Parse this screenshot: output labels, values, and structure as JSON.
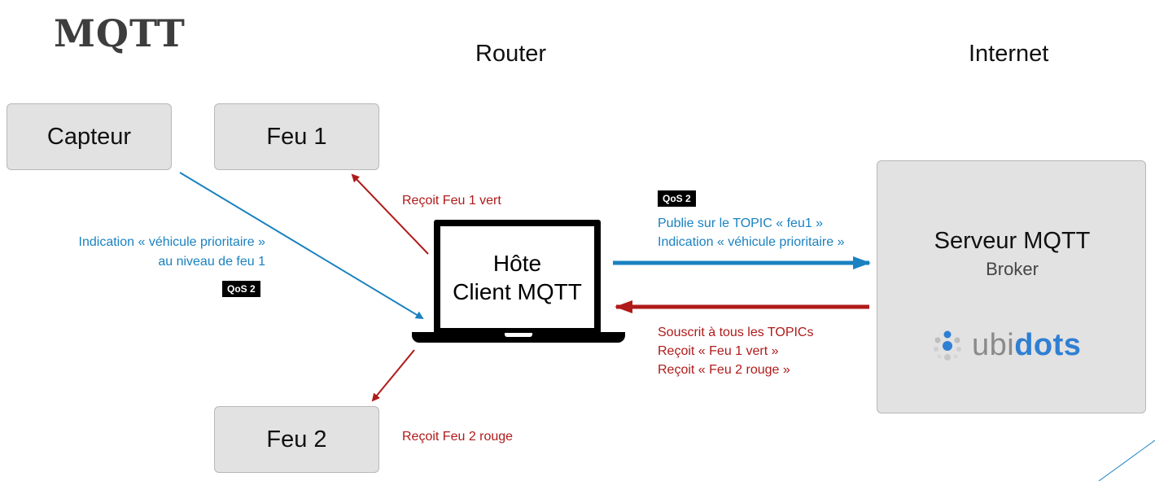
{
  "title": "MQTT",
  "sections": {
    "router": "Router",
    "internet": "Internet"
  },
  "nodes": {
    "capteur": "Capteur",
    "feu1": "Feu 1",
    "feu2": "Feu 2",
    "host_line1": "Hôte",
    "host_line2": "Client MQTT",
    "server_title": "Serveur MQTT",
    "server_subtitle": "Broker",
    "logo_part1": "ubi",
    "logo_part2": "dots"
  },
  "labels": {
    "capteur_line1": "Indication « véhicule prioritaire »",
    "capteur_line2": "au niveau de feu 1",
    "feu1_receive": "Reçoit Feu 1 vert",
    "feu2_receive": "Reçoit Feu 2 rouge",
    "publish_line1": "Publie sur le TOPIC « feu1 »",
    "publish_line2": "Indication « véhicule prioritaire »",
    "subscribe_line1": "Souscrit à tous les TOPICs",
    "subscribe_line2": "Reçoit « Feu 1 vert »",
    "subscribe_line3": "Reçoit « Feu 2 rouge »"
  },
  "qos": {
    "capteur": "QoS 2",
    "publish": "QoS 2"
  },
  "colors": {
    "blue_arrow": "#1a82c0",
    "red_arrow": "#b01a1a",
    "box_fill": "#e2e2e2",
    "logo_blue": "#2f7fd3"
  }
}
